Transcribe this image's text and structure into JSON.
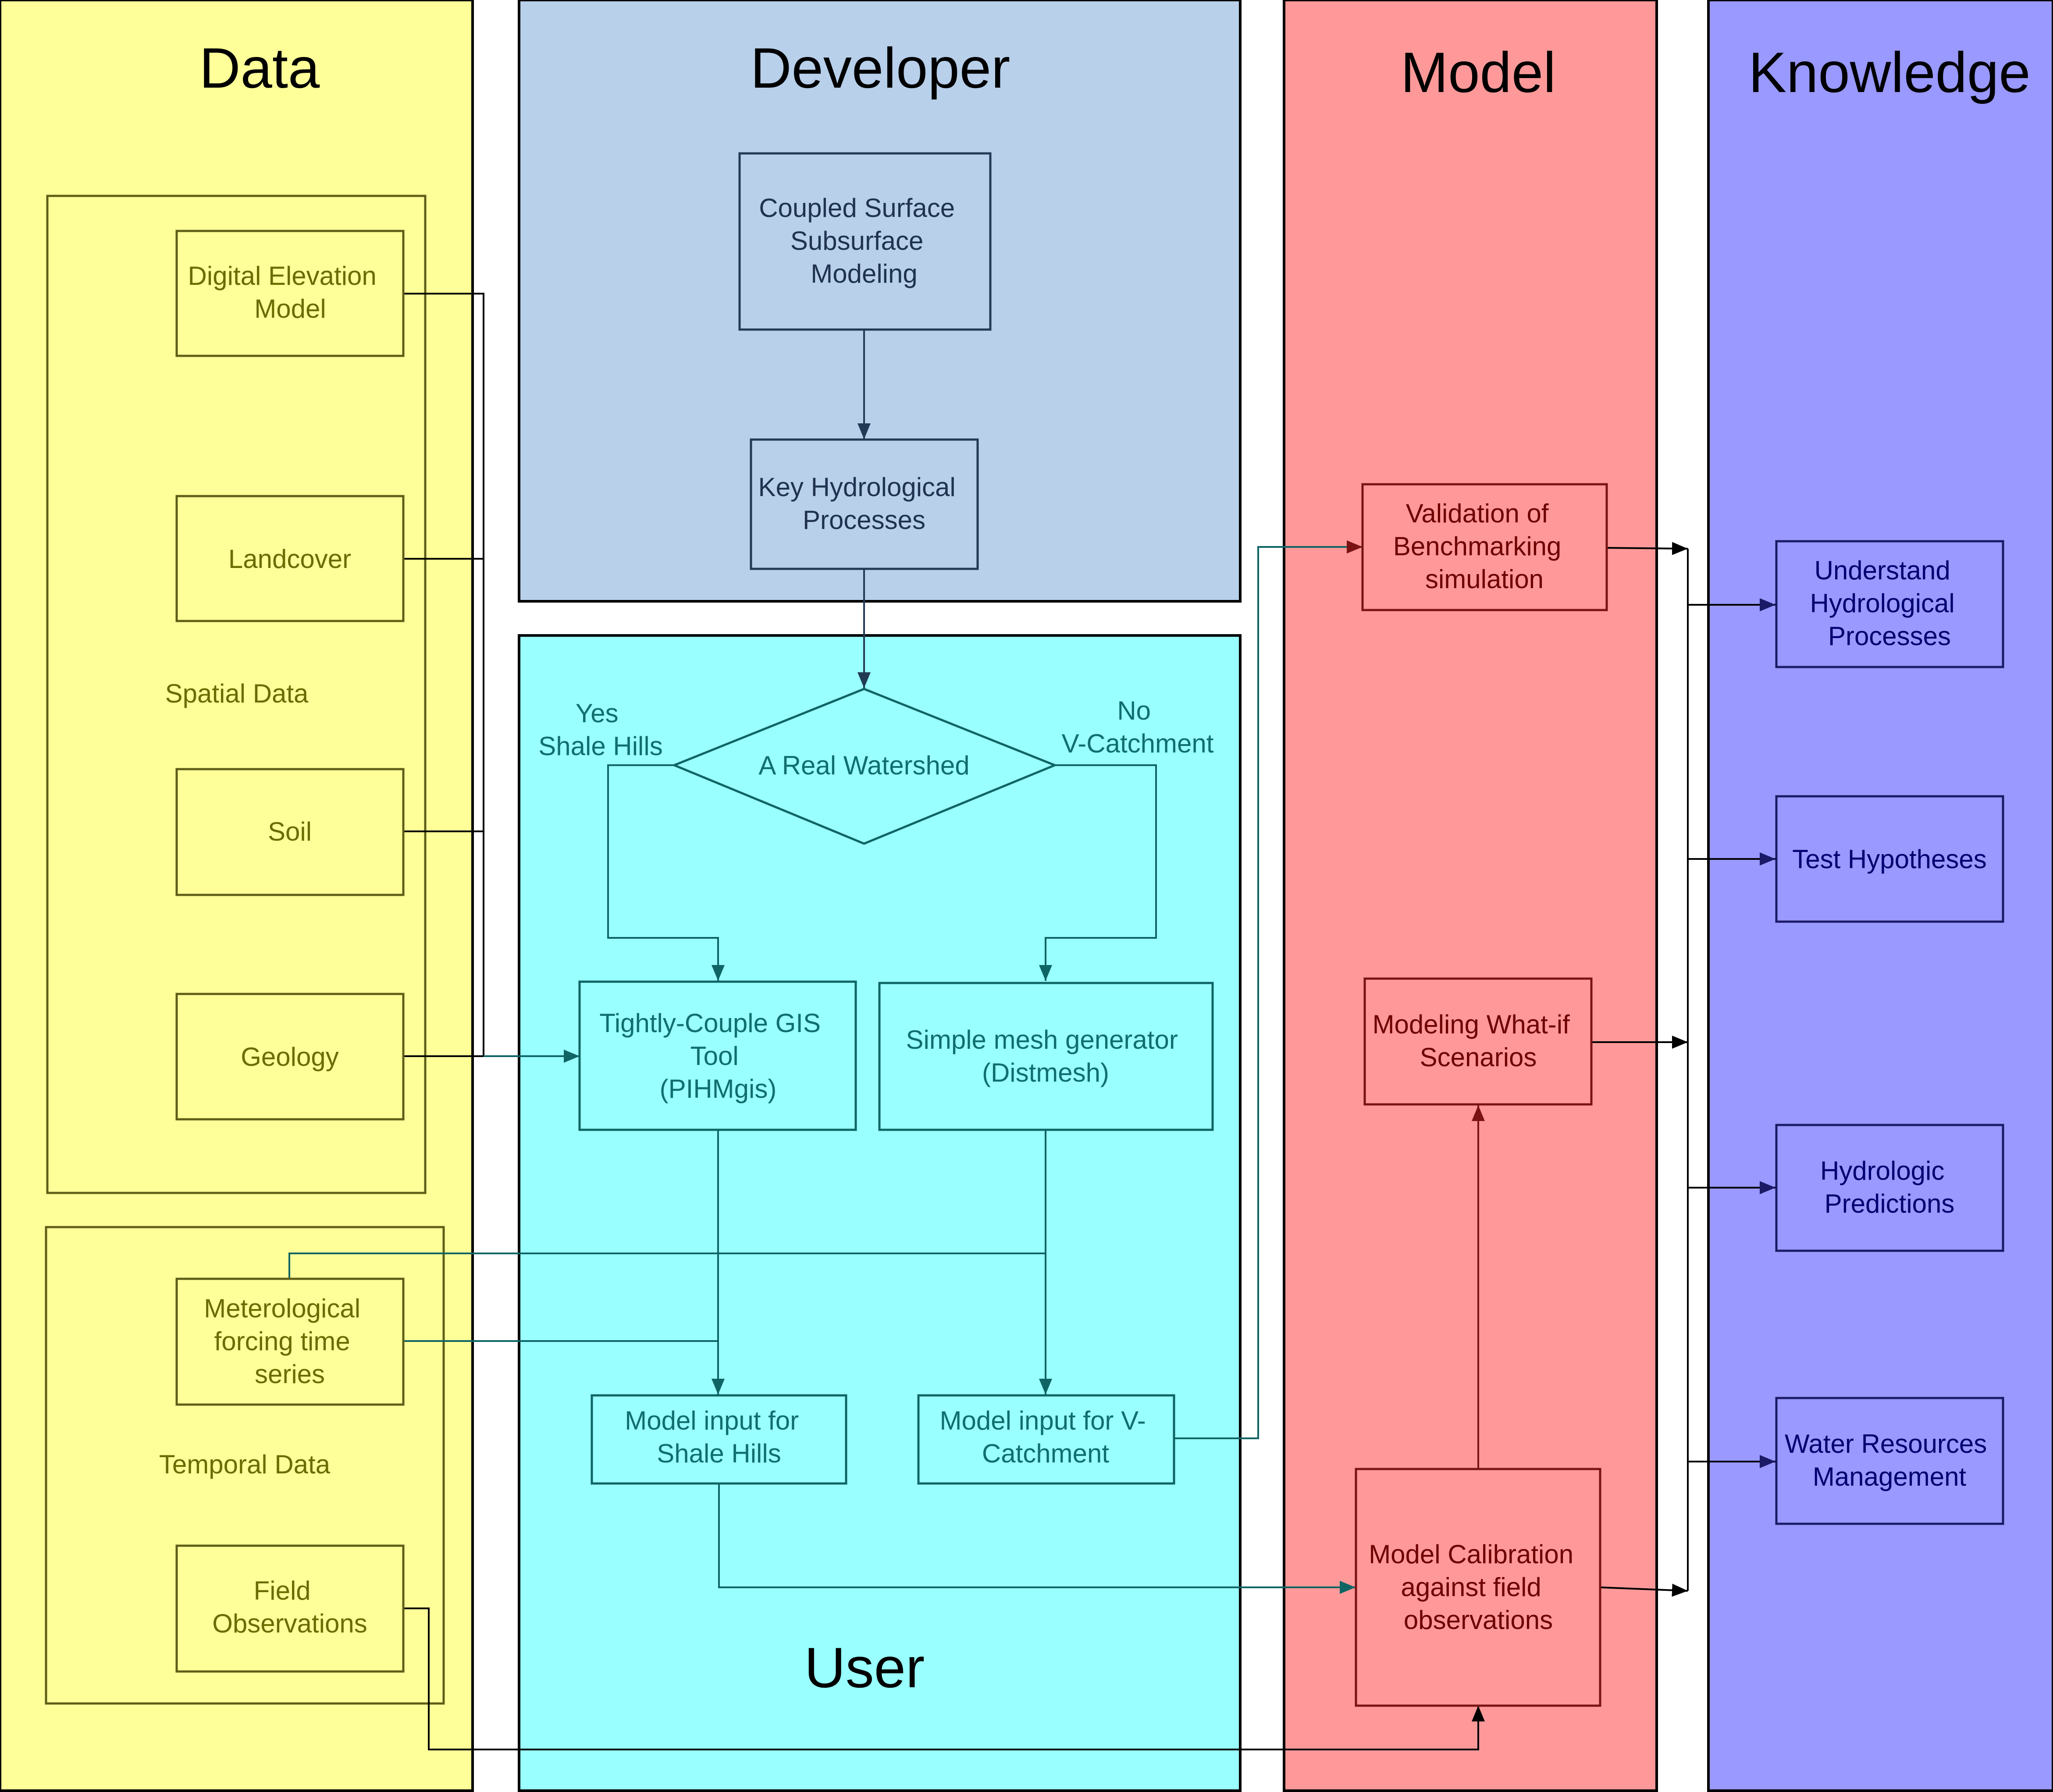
{
  "lanes": {
    "data": {
      "title": "Data",
      "fill": "#ffff99",
      "stroke": "#000000"
    },
    "developer": {
      "title": "Developer",
      "fill": "#b8d0ea",
      "stroke": "#000000"
    },
    "user": {
      "title": "User",
      "fill": "#99ffff",
      "stroke": "#000000"
    },
    "model": {
      "title": "Model",
      "fill": "#ff9999",
      "stroke": "#000000"
    },
    "knowledge": {
      "title": "Knowledge",
      "fill": "#9999ff",
      "stroke": "#000000"
    }
  },
  "groups": {
    "spatial": {
      "label": "Spatial Data"
    },
    "temporal": {
      "label": "Temporal Data"
    }
  },
  "nodes": {
    "dem": {
      "lines": [
        "Digital Elevation",
        "Model"
      ]
    },
    "landcover": {
      "lines": [
        "Landcover"
      ]
    },
    "soil": {
      "lines": [
        "Soil"
      ]
    },
    "geology": {
      "lines": [
        "Geology"
      ]
    },
    "met": {
      "lines": [
        "Meterological",
        "forcing time",
        "series"
      ]
    },
    "field": {
      "lines": [
        "Field",
        "Observations"
      ]
    },
    "coupled": {
      "lines": [
        "Coupled Surface",
        "Subsurface",
        "Modeling"
      ]
    },
    "keyhydro": {
      "lines": [
        "Key Hydrological",
        "Processes"
      ]
    },
    "decision": {
      "lines": [
        "A Real Watershed"
      ]
    },
    "pihmgis": {
      "lines": [
        "Tightly-Couple GIS",
        "Tool",
        "(PIHMgis)"
      ]
    },
    "distmesh": {
      "lines": [
        "Simple mesh generator",
        "(Distmesh)"
      ]
    },
    "input_sh": {
      "lines": [
        "Model input for",
        "Shale Hills"
      ]
    },
    "input_vc": {
      "lines": [
        "Model input for V-",
        "Catchment"
      ]
    },
    "validation": {
      "lines": [
        "Validation of",
        "Benchmarking",
        "simulation"
      ]
    },
    "whatif": {
      "lines": [
        "Modeling What-if",
        "Scenarios"
      ]
    },
    "calibration": {
      "lines": [
        "Model Calibration",
        "against field",
        "observations"
      ]
    },
    "understand": {
      "lines": [
        "Understand",
        "Hydrological",
        "Processes"
      ]
    },
    "hypotheses": {
      "lines": [
        "Test Hypotheses"
      ]
    },
    "predictions": {
      "lines": [
        "Hydrologic",
        "Predictions"
      ]
    },
    "water": {
      "lines": [
        "Water Resources",
        "Management"
      ]
    }
  },
  "edge_labels": {
    "yes": {
      "lines": [
        "Yes",
        "Shale Hills"
      ]
    },
    "no": {
      "lines": [
        "No",
        "V-Catchment"
      ]
    }
  },
  "colors": {
    "data_text": "#6b6b00",
    "data_stroke": "#5e5e18",
    "developer_text": "#1f3350",
    "developer_stroke": "#223a55",
    "user_text": "#106e6e",
    "user_stroke": "#0f6464",
    "model_text": "#6e0000",
    "model_stroke": "#7a1414",
    "knowledge_text": "#000070",
    "knowledge_stroke": "#1a1a66"
  }
}
